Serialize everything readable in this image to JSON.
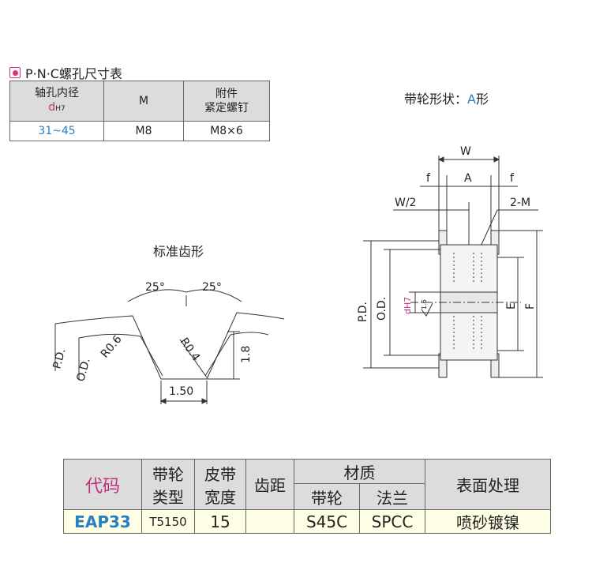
{
  "screw_table": {
    "heading": "P·N·C螺孔尺寸表",
    "col1_line1": "轴孔内径",
    "col1_d": "d",
    "col1_sub": "H7",
    "col2": "M",
    "col3_line1": "附件",
    "col3_line2": "紧定螺钉",
    "row_range": "31~45",
    "row_m": "M8",
    "row_screw": "M8×6"
  },
  "shape": {
    "label_prefix": "带轮形状：",
    "label_letter": "A",
    "label_suffix": "形",
    "dim_W": "W",
    "dim_A": "A",
    "dim_f_left": "f",
    "dim_f_right": "f",
    "dim_W2": "W/2",
    "dim_2M": "2-M",
    "dim_PD": "P.D.",
    "dim_OD": "O.D.",
    "dim_dH7": "dH7",
    "dim_16": "1.6",
    "dim_E": "E",
    "dim_F": "F"
  },
  "tooth": {
    "title": "标准齿形",
    "angle_left": "25°",
    "angle_right": "25°",
    "r_left": "R0.6",
    "r_right": "R0.4",
    "height": "1.8",
    "width": "1.50",
    "pd": "P.D.",
    "od": "O.D."
  },
  "spec_table": {
    "h_code": "代码",
    "h_type_1": "带轮",
    "h_type_2": "类型",
    "h_width_1": "皮带",
    "h_width_2": "宽度",
    "h_pitch": "齿距",
    "h_material": "材质",
    "h_mat_pulley": "带轮",
    "h_mat_flange": "法兰",
    "h_surface": "表面处理",
    "code": "EAP33",
    "type": "T5150",
    "width": "15",
    "pitch": "",
    "mat_pulley": "S45C",
    "mat_flange": "SPCC",
    "surface": "喷砂镀镍"
  },
  "colors": {
    "accent_blue": "#2a7fc1",
    "accent_magenta": "#c0307a",
    "header_gray": "#dcdcdc",
    "data_row": "#ffffe6"
  }
}
